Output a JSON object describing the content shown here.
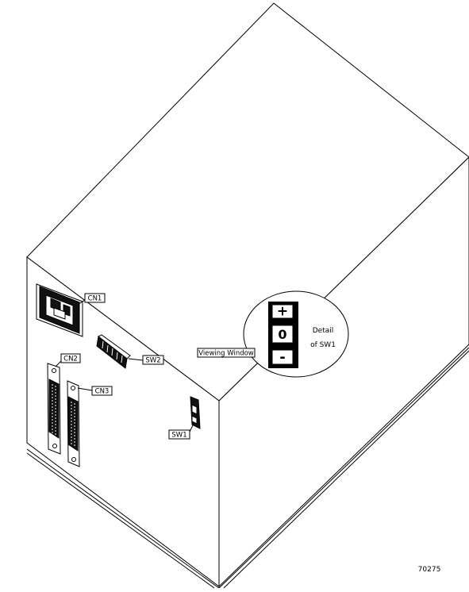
{
  "diagram": {
    "labels": {
      "cn1": "CN1",
      "cn2": "CN2",
      "cn3": "CN3",
      "sw1": "SW1",
      "sw2": "SW2",
      "viewing_window": "Viewing Window"
    },
    "detail": {
      "title_line1": "Detail",
      "title_line2": "of SW1",
      "plus": "+",
      "value": "0",
      "minus": "-"
    },
    "figure_number": "70275"
  }
}
